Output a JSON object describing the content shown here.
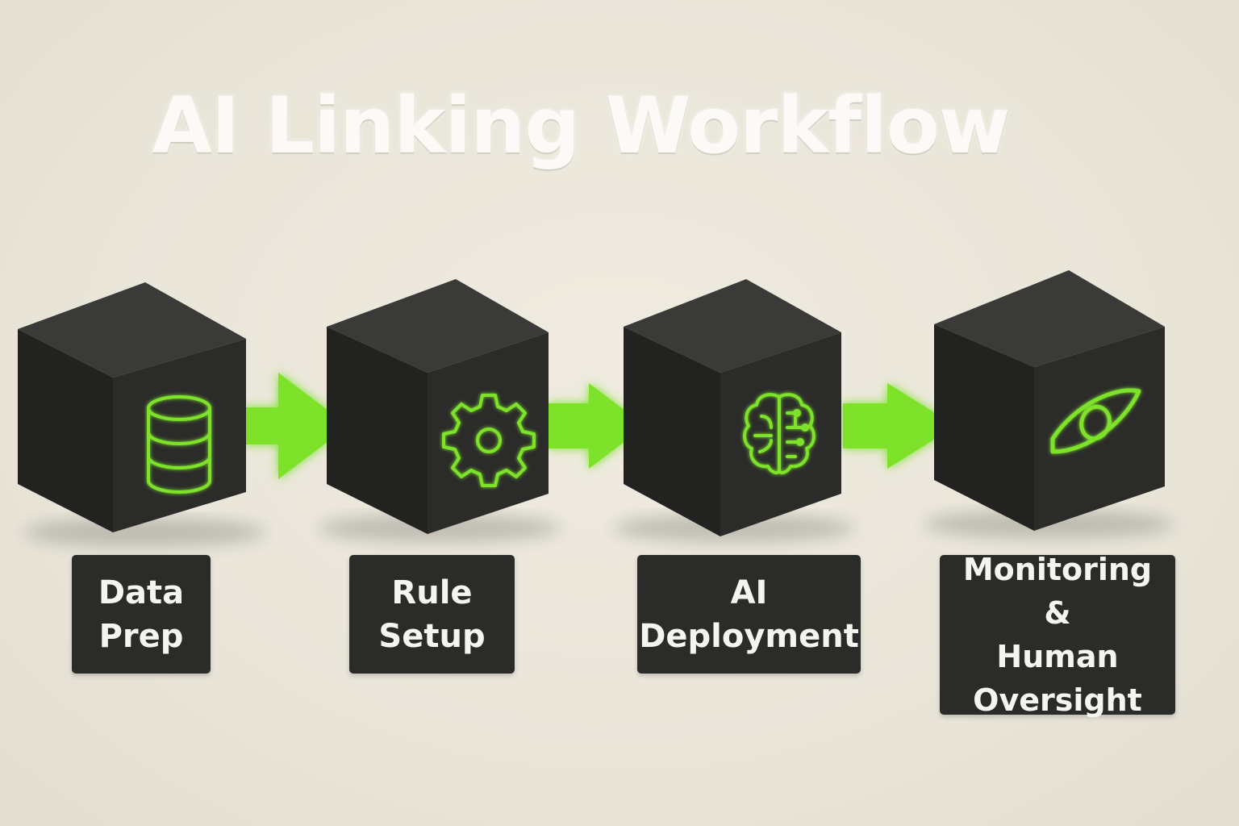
{
  "title": "AI Linking Workflow",
  "steps": [
    {
      "label": "Data\nPrep",
      "icon": "database-icon"
    },
    {
      "label": "Rule\nSetup",
      "icon": "gear-icon"
    },
    {
      "label": "AI\nDeployment",
      "icon": "brain-icon"
    },
    {
      "label": "Monitoring &\nHuman\nOversight",
      "icon": "eye-icon"
    }
  ],
  "colors": {
    "accent": "#7ee22a",
    "cube_front": "#2b2c2a",
    "cube_top": "#3a3b38",
    "cube_side": "#222321",
    "background": "#ebe7dc"
  }
}
